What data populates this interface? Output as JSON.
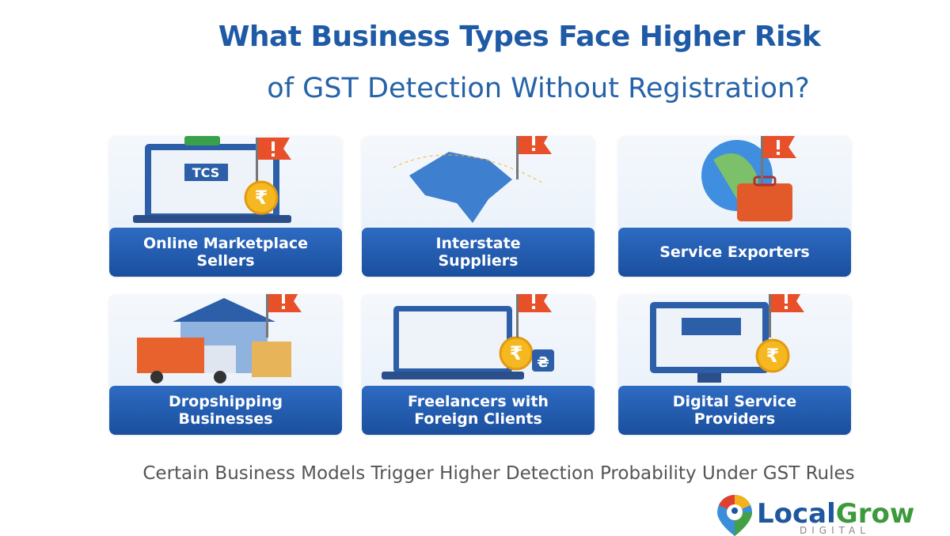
{
  "title": {
    "line1": "What Business Types Face Higher Risk",
    "line2": "of GST Detection Without Registration?"
  },
  "cards": [
    {
      "label": "Online Marketplace Sellers",
      "badge": "TCS",
      "icon": "laptop-rupee-icon"
    },
    {
      "label": "Interstate Suppliers",
      "icon": "india-map-icon"
    },
    {
      "label": "Service Exporters",
      "icon": "globe-briefcase-icon"
    },
    {
      "label": "Dropshipping Businesses",
      "icon": "truck-warehouse-icon"
    },
    {
      "label": "Freelancers with Foreign Clients",
      "icon": "laptop-coin-icon"
    },
    {
      "label": "Digital Service Providers",
      "icon": "monitor-coins-icon"
    }
  ],
  "subtitle": "Certain Business Models Trigger Higher Detection Probability Under GST Rules",
  "logo": {
    "part1": "Local",
    "part2": "Grow",
    "tag": "DIGITAL"
  },
  "colors": {
    "title": "#1e5aa6",
    "label_bg": "#1f56a4",
    "flag": "#e8502a",
    "coin": "#f5b820"
  }
}
